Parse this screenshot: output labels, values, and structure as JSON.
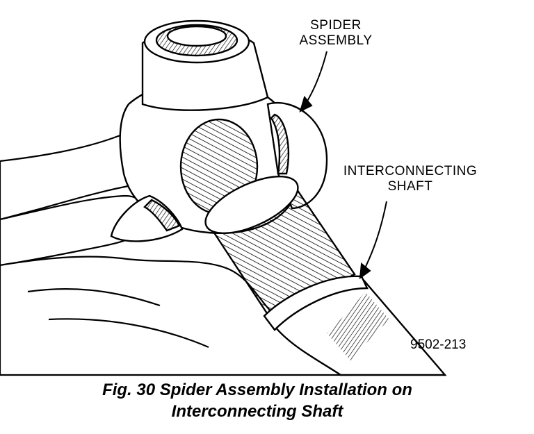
{
  "figure": {
    "callouts": {
      "spider_line1": "SPIDER",
      "spider_line2": "ASSEMBLY",
      "shaft_line1": "INTERCONNECTING",
      "shaft_line2": "SHAFT"
    },
    "figure_id": "9502-213",
    "caption_line1": "Fig. 30 Spider Assembly Installation on",
    "caption_line2": "Interconnecting Shaft"
  },
  "colors": {
    "ink": "#000000",
    "paper": "#ffffff",
    "shade": "#d8d8d8"
  }
}
